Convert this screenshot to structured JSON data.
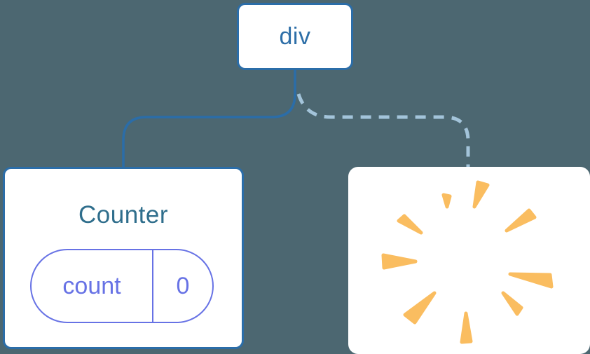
{
  "tree": {
    "root": {
      "label": "div"
    },
    "children": [
      {
        "title": "Counter",
        "state": {
          "name": "count",
          "value": "0"
        },
        "connector": "solid"
      },
      {
        "icon": "poof-icon",
        "connector": "dashed"
      }
    ]
  },
  "colors": {
    "background": "#4C6771",
    "card": "#FFFFFF",
    "node-border": "#2B6DA8",
    "node-text": "#2E6FA8",
    "component-title": "#2F6E8C",
    "solid-link": "#2B6DA8",
    "dashed-link": "#A3C4DA",
    "state-pill": "#6772E5",
    "poof": "#FABD60"
  }
}
